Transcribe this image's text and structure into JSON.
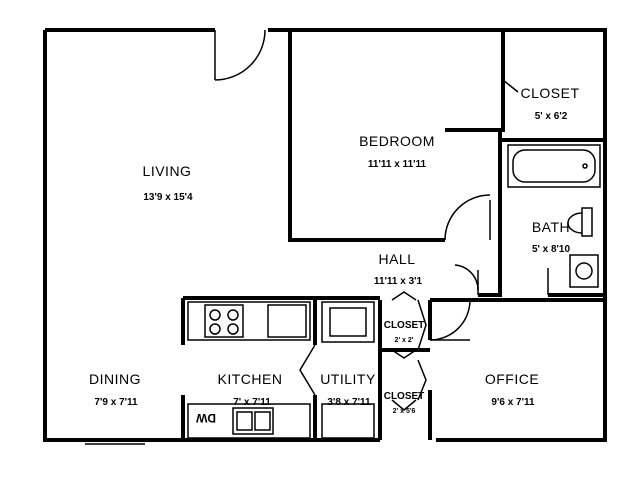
{
  "rooms": {
    "living": {
      "name": "LIVING",
      "dim": "13'9 x 15'4"
    },
    "bedroom": {
      "name": "BEDROOM",
      "dim": "11'11 x 11'11"
    },
    "closet_main": {
      "name": "CLOSET",
      "dim": "5' x 6'2"
    },
    "bath": {
      "name": "BATH",
      "dim": "5' x 8'10"
    },
    "hall": {
      "name": "HALL",
      "dim": "11'11 x 3'1"
    },
    "closet_a": {
      "name": "CLOSET",
      "dim": "2' x 2'"
    },
    "closet_b": {
      "name": "CLOSET",
      "dim": "2' x 5'6"
    },
    "dining": {
      "name": "DINING",
      "dim": "7'9 x 7'11"
    },
    "kitchen": {
      "name": "KITCHEN",
      "dim": "7' x 7'11"
    },
    "utility": {
      "name": "UTILITY",
      "dim": "3'8 x 7'11"
    },
    "office": {
      "name": "OFFICE",
      "dim": "9'6 x 7'11"
    }
  },
  "fixtures": {
    "dishwasher": "DW"
  }
}
